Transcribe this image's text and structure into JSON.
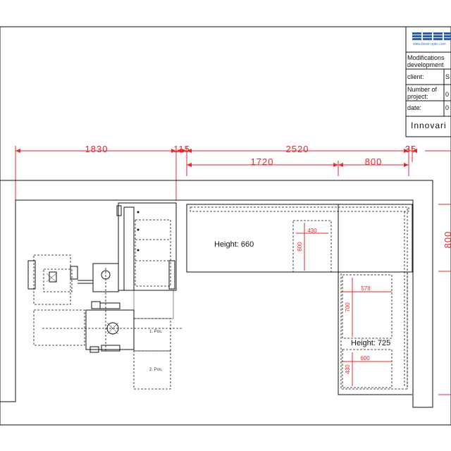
{
  "title_block": {
    "logo_url": "www.block-optic.com",
    "title": "Modifications\ndevelopment",
    "client_label": "client:",
    "client_value": "S",
    "project_label": "Number of\nproject:",
    "project_value": "0",
    "date_label": "date:",
    "date_value": "0",
    "company": "Innovari"
  },
  "colors": {
    "dimension": "#e8262b",
    "line": "#111111",
    "logo": "#2a5fa8"
  },
  "dimensions": {
    "top_row": [
      "1830",
      "115",
      "2520",
      "35"
    ],
    "second_row": [
      "1720",
      "800"
    ],
    "right_side": "800"
  },
  "labels": {
    "height_660": "Height: 660",
    "height_725": "Height: 725",
    "pos_1": "1. Pos.",
    "pos_2": "2. Pos."
  },
  "inner_dims": {
    "w430_top": "430",
    "h600_top": "600",
    "w578": "578",
    "h700": "700",
    "w600_bottom": "600",
    "h430_bottom": "430"
  },
  "icons": [
    "logo-grid-icon"
  ]
}
